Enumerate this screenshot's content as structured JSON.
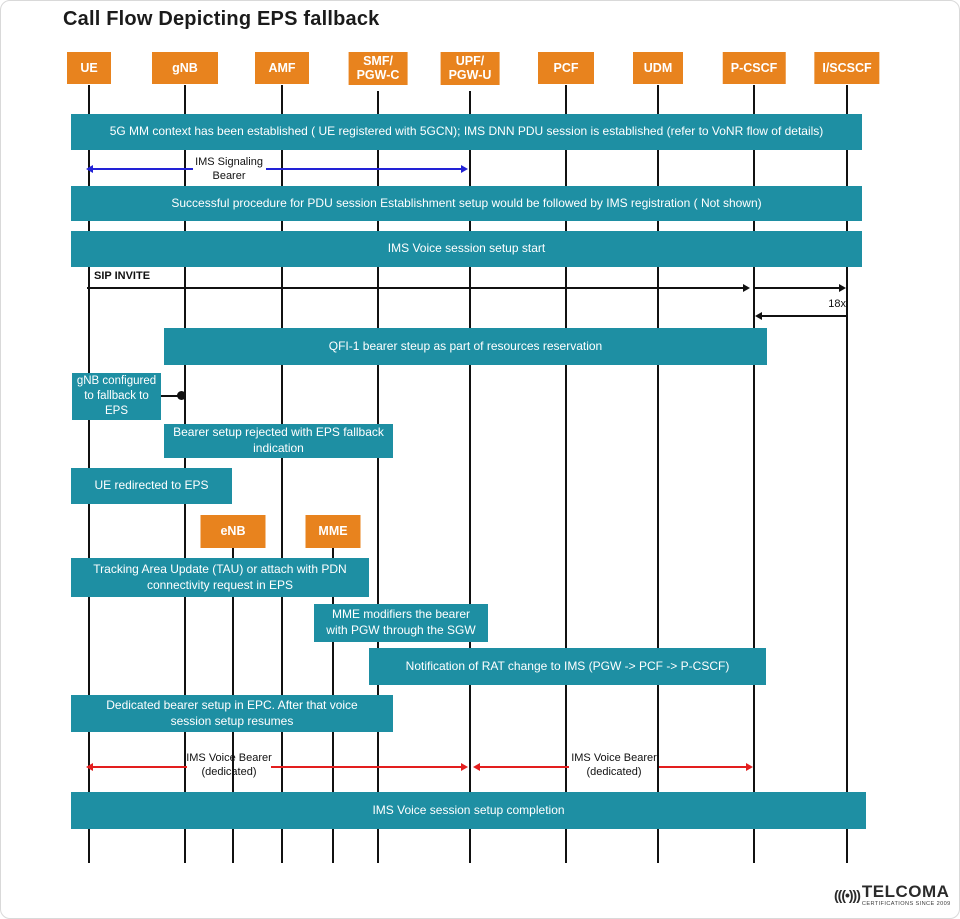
{
  "title": "Call Flow Depicting EPS fallback",
  "colors": {
    "entity_orange": "#E8831E",
    "banner_teal": "#1E8FA3",
    "lifeline_black": "#111111",
    "signaling_blue": "#2222D6",
    "voice_red": "#E31E1E"
  },
  "entities": {
    "ue": {
      "label": "UE"
    },
    "gnb": {
      "label": "gNB"
    },
    "amf": {
      "label": "AMF"
    },
    "smf": {
      "label": "SMF/\nPGW-C"
    },
    "upf": {
      "label": "UPF/\nPGW-U"
    },
    "pcf": {
      "label": "PCF"
    },
    "udm": {
      "label": "UDM"
    },
    "pcscf": {
      "label": "P-CSCF"
    },
    "iscscf": {
      "label": "I/SCSCF"
    },
    "enb": {
      "label": "eNB"
    },
    "mme": {
      "label": "MME"
    }
  },
  "banners": {
    "context": "5G MM context has been established ( UE registered with 5GCN); IMS DNN PDU session is established (refer to VoNR flow of details)",
    "pdu_setup": "Successful procedure for PDU session Establishment setup would be followed by IMS registration ( Not shown)",
    "voice_start": "IMS Voice session setup start",
    "qfi": "QFI-1 bearer steup as part of resources reservation",
    "gnb_fallback": "gNB configured\nto fallback to\nEPS",
    "bearer_rejected": "Bearer setup rejected with EPS fallback\nindication",
    "ue_redirected": "UE redirected to EPS",
    "tau": "Tracking Area Update (TAU) or attach with PDN\nconnectivity request in EPS",
    "mme_modifies": "MME modifiers the bearer\nwith PGW through the SGW",
    "rat_change": "Notification of RAT change to IMS (PGW -> PCF -> P-CSCF)",
    "dedicated_bearer": "Dedicated bearer setup in EPC. After that voice\nsession setup resumes",
    "voice_completion": "IMS Voice session setup completion"
  },
  "arrows": {
    "ims_signaling_label": "IMS Signaling\nBearer",
    "sip_invite_label": "SIP INVITE",
    "resp_18x_label": "18x",
    "voice_bearer_left_label": "IMS Voice Bearer\n(dedicated)",
    "voice_bearer_right_label": "IMS Voice Bearer\n(dedicated)"
  },
  "logo": {
    "icon": "(((•)))",
    "brand": "TELCOMA",
    "tagline": "CERTIFICATIONS SINCE 2009"
  }
}
